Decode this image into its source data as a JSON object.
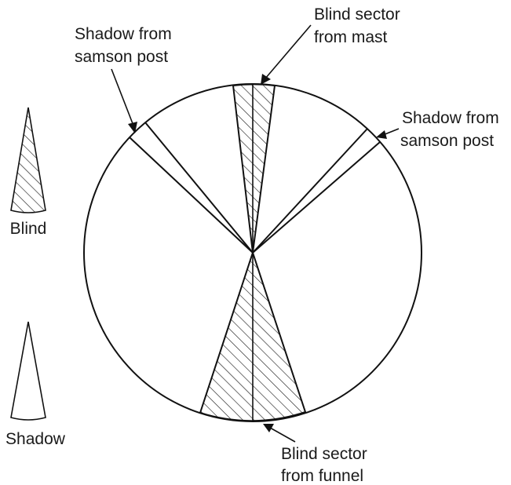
{
  "labels": {
    "mast_line1": "Blind sector",
    "mast_line2": "from mast",
    "samson_left_line1": "Shadow from",
    "samson_left_line2": "samson post",
    "samson_right_line1": "Shadow from",
    "samson_right_line2": "samson post",
    "funnel_line1": "Blind sector",
    "funnel_line2": "from funnel",
    "legend_blind": "Blind",
    "legend_shadow": "Shadow"
  },
  "colors": {
    "line": "#111111",
    "background": "#ffffff"
  }
}
